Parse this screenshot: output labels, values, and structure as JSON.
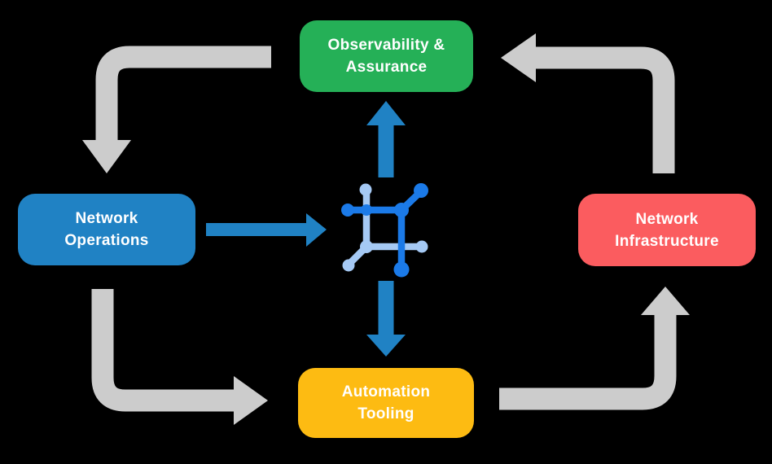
{
  "diagram": {
    "title": "network lifecycle diagram",
    "background_color": "#000000",
    "nodes": {
      "observability": {
        "line1": "Observability &",
        "line2": "Assurance",
        "color": "#25B057",
        "text_color": "#FFFFFF"
      },
      "operations": {
        "line1": "Network",
        "line2": "Operations",
        "color": "#2082C4",
        "text_color": "#FFFFFF"
      },
      "infrastructure": {
        "line1": "Network",
        "line2": "Infrastructure",
        "color": "#FB5C5F",
        "text_color": "#FFFFFF"
      },
      "automation": {
        "line1": "Automation",
        "line2": "Tooling",
        "color": "#FDBB12",
        "text_color": "#FFFFFF"
      }
    },
    "center_icon": {
      "name": "network-mesh-icon",
      "dark_blue": "#1B7AE8",
      "light_blue": "#A5C9F4"
    },
    "edges": [
      {
        "from": "observability",
        "to": "operations",
        "style": "elbow",
        "color": "#CCCCCC"
      },
      {
        "from": "operations",
        "to": "automation",
        "style": "elbow",
        "color": "#CCCCCC"
      },
      {
        "from": "automation",
        "to": "infrastructure",
        "style": "elbow",
        "color": "#CCCCCC"
      },
      {
        "from": "infrastructure",
        "to": "observability",
        "style": "elbow",
        "color": "#CCCCCC"
      },
      {
        "from": "operations",
        "to": "center-icon",
        "style": "straight",
        "color": "#2082C4"
      },
      {
        "from": "center-icon",
        "to": "observability",
        "style": "straight",
        "color": "#2082C4"
      },
      {
        "from": "center-icon",
        "to": "automation",
        "style": "straight",
        "color": "#2082C4"
      }
    ]
  }
}
